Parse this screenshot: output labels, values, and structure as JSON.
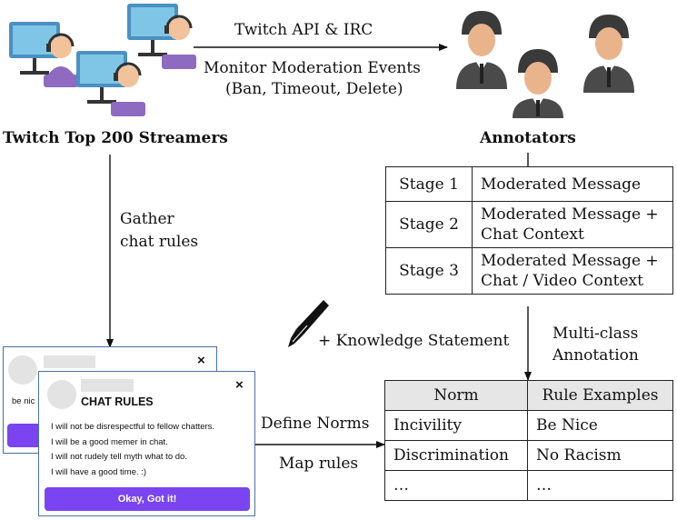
{
  "streamers_label": "Twitch Top 200 Streamers",
  "annotators_label": "Annotators",
  "api_label": "Twitch API & IRC",
  "monitor_label_1": "Monitor Moderation Events",
  "monitor_label_2": "(Ban, Timeout, Delete)",
  "gather_label_1": "Gather",
  "gather_label_2": "chat rules",
  "knowledge_label": "+ Knowledge Statement",
  "multiclass_label_1": "Multi-class",
  "multiclass_label_2": "Annotation",
  "define_norms_label": "Define Norms",
  "map_rules_label": "Map rules",
  "stages": [
    {
      "stage": "Stage 1",
      "desc_1": "Moderated Message",
      "desc_2": ""
    },
    {
      "stage": "Stage 2",
      "desc_1": "Moderated Message +",
      "desc_2": "Chat Context"
    },
    {
      "stage": "Stage 3",
      "desc_1": "Moderated Message +",
      "desc_2": "Chat / Video Context"
    }
  ],
  "norm_table": {
    "headers": [
      "Norm",
      "Rule Examples"
    ],
    "rows": [
      [
        "Incivility",
        "Be Nice"
      ],
      [
        "Discrimination",
        "No Racism"
      ],
      [
        "…",
        "…"
      ]
    ]
  },
  "back_card": {
    "snippet": "be nic",
    "close": "×"
  },
  "front_card": {
    "title": "CHAT RULES",
    "close": "×",
    "rules": [
      "I will not be disrespectful to fellow chatters.",
      "I will be a good memer in chat.",
      "I will not rudely tell myth what to do.",
      "I will have a good time. :)"
    ],
    "button": "Okay, Got it!"
  },
  "colors": {
    "accent": "#7a45f0",
    "card_border": "#4a6fa5",
    "table_header": "#e6e6e6"
  }
}
